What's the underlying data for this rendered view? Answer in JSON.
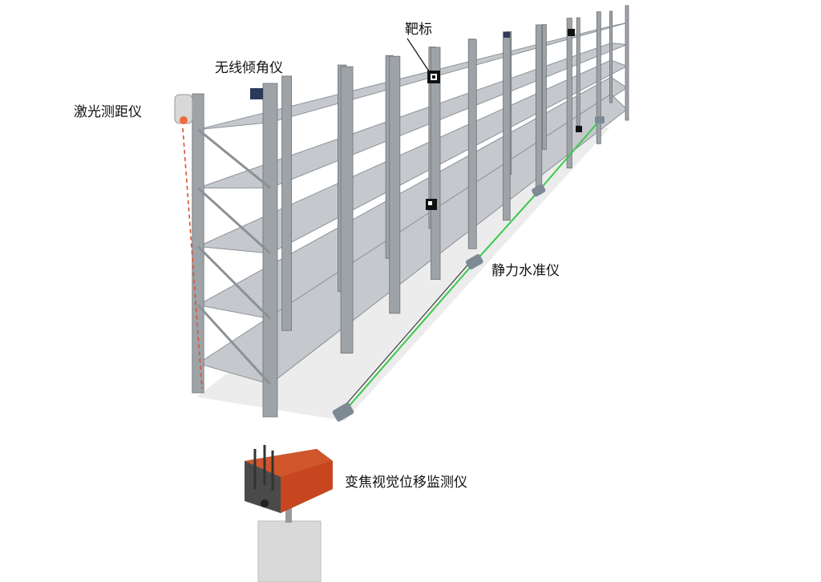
{
  "labels": {
    "target": "靶标",
    "tilt_sensor": "无线倾角仪",
    "laser_rangefinder": "激光测距仪",
    "hydrostatic_level": "静力水准仪",
    "zoom_vision_monitor": "变焦视觉位移监测仪"
  },
  "colors": {
    "rack": "#9ea3a8",
    "shelf": "#c5c9cd",
    "laser_beam": "#e0502a",
    "level_pipe": "#38c94a",
    "camera_box": "#c8461f"
  }
}
